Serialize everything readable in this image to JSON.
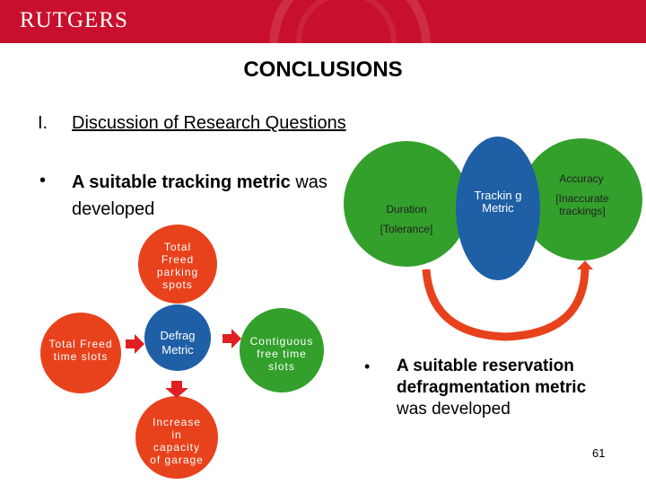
{
  "header": {
    "logo_text": "RUTGERS",
    "brand_color": "#c8102e"
  },
  "title": "CONCLUSIONS",
  "section": {
    "number": "I.",
    "heading": "Discussion of Research Questions"
  },
  "bullet_tracking": {
    "marker": "•",
    "bold": "A suitable tracking metric",
    "rest": " was developed"
  },
  "tracking_diagram": {
    "center": "Trackin g Metric",
    "left_top": "Duration",
    "left_bottom": "[Tolerance]",
    "right_top": "Accuracy",
    "right_bottom": "[Inaccurate trackings]"
  },
  "defrag_diagram": {
    "top": "Total Freed parking spots",
    "center": "Defrag Metric",
    "left": "Total Freed time slots",
    "right": "Contiguous free time slots",
    "bottom": "Increase in capacity of garage"
  },
  "bullet_reservation": {
    "marker": "•",
    "bold": "A suitable reservation defragmentation metric",
    "rest": " was developed"
  },
  "page_number": "61",
  "colors": {
    "green": "#33a02c",
    "blue": "#1f5fa6",
    "orange_red": "#e8421c",
    "red_arrow": "#e02020"
  }
}
